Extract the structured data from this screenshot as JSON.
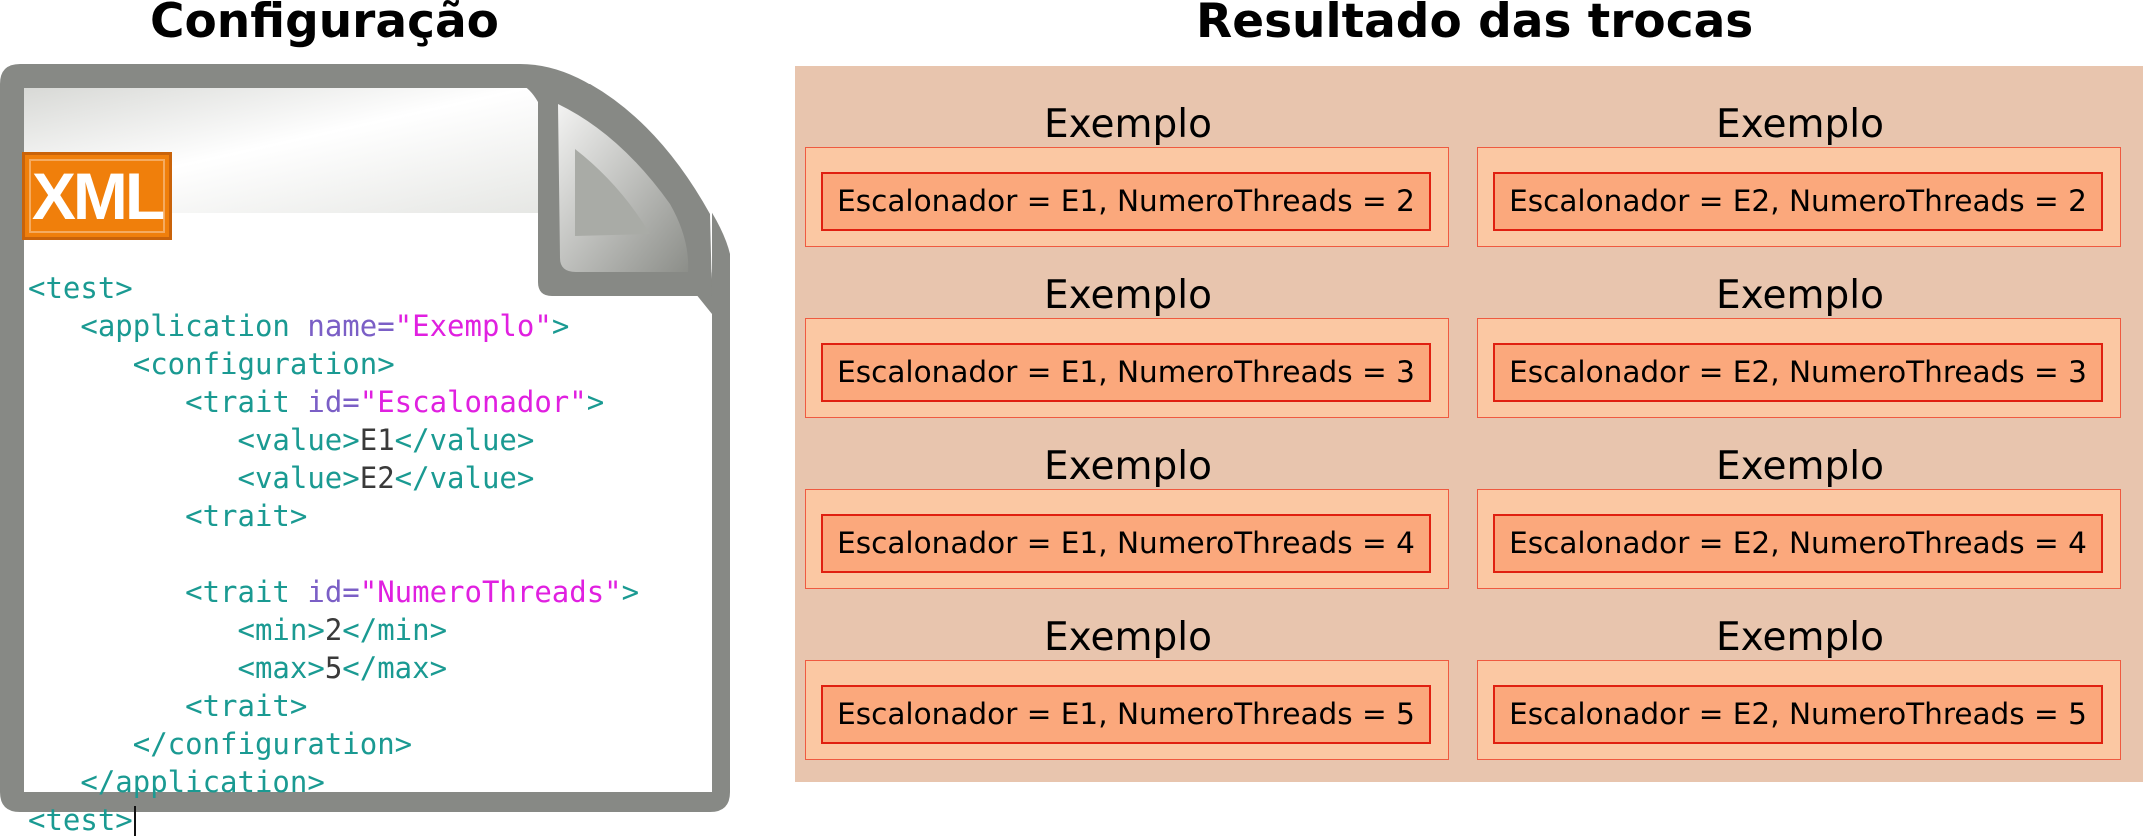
{
  "headings": {
    "left": "Configuração",
    "right": "Resultado das trocas"
  },
  "xml_badge": "XML",
  "code_lines": [
    [
      {
        "t": "<test>",
        "c": "tag"
      }
    ],
    [
      {
        "t": "   <application ",
        "c": "tag"
      },
      {
        "t": "name=",
        "c": "attr"
      },
      {
        "t": "\"Exemplo\"",
        "c": "str"
      },
      {
        "t": ">",
        "c": "tag"
      }
    ],
    [
      {
        "t": "      <configuration>",
        "c": "tag"
      }
    ],
    [
      {
        "t": "         <trait ",
        "c": "tag"
      },
      {
        "t": "id=",
        "c": "attr"
      },
      {
        "t": "\"Escalonador\"",
        "c": "str"
      },
      {
        "t": ">",
        "c": "tag"
      }
    ],
    [
      {
        "t": "            <value>",
        "c": "tag"
      },
      {
        "t": "E1",
        "c": "txt"
      },
      {
        "t": "</value>",
        "c": "tag"
      }
    ],
    [
      {
        "t": "            <value>",
        "c": "tag"
      },
      {
        "t": "E2",
        "c": "txt"
      },
      {
        "t": "</value>",
        "c": "tag"
      }
    ],
    [
      {
        "t": "         <trait>",
        "c": "tag"
      }
    ],
    [],
    [
      {
        "t": "         <trait ",
        "c": "tag"
      },
      {
        "t": "id=",
        "c": "attr"
      },
      {
        "t": "\"NumeroThreads\"",
        "c": "str"
      },
      {
        "t": ">",
        "c": "tag"
      }
    ],
    [
      {
        "t": "            <min>",
        "c": "tag"
      },
      {
        "t": "2",
        "c": "txt"
      },
      {
        "t": "</min>",
        "c": "tag"
      }
    ],
    [
      {
        "t": "            <max>",
        "c": "tag"
      },
      {
        "t": "5",
        "c": "txt"
      },
      {
        "t": "</max>",
        "c": "tag"
      }
    ],
    [
      {
        "t": "         <trait>",
        "c": "tag"
      }
    ],
    [
      {
        "t": "      </configuration>",
        "c": "tag"
      }
    ],
    [
      {
        "t": "   </application>",
        "c": "tag"
      }
    ],
    [
      {
        "t": "<test>",
        "c": "tag"
      }
    ]
  ],
  "results": [
    {
      "title": "Exemplo",
      "config": "Escalonador = E1, NumeroThreads = 2"
    },
    {
      "title": "Exemplo",
      "config": "Escalonador = E2, NumeroThreads = 2"
    },
    {
      "title": "Exemplo",
      "config": "Escalonador = E1, NumeroThreads = 3"
    },
    {
      "title": "Exemplo",
      "config": "Escalonador = E2, NumeroThreads = 3"
    },
    {
      "title": "Exemplo",
      "config": "Escalonador = E1, NumeroThreads = 4"
    },
    {
      "title": "Exemplo",
      "config": "Escalonador = E2, NumeroThreads = 4"
    },
    {
      "title": "Exemplo",
      "config": "Escalonador = E1, NumeroThreads = 5"
    },
    {
      "title": "Exemplo",
      "config": "Escalonador = E2, NumeroThreads = 5"
    }
  ],
  "colors": {
    "panel_bg": "#e8c5ae",
    "cell_outer": "#fbc8a3",
    "cell_inner": "#fba87c",
    "cell_border": "#e02010",
    "xml_tag": "#1a9a92",
    "xml_attr": "#7b5fc6",
    "xml_string": "#e020e0",
    "xml_badge": "#f07f0b"
  },
  "icons": {
    "document": "xml-document-icon",
    "page_curl": "page-curl-icon"
  }
}
